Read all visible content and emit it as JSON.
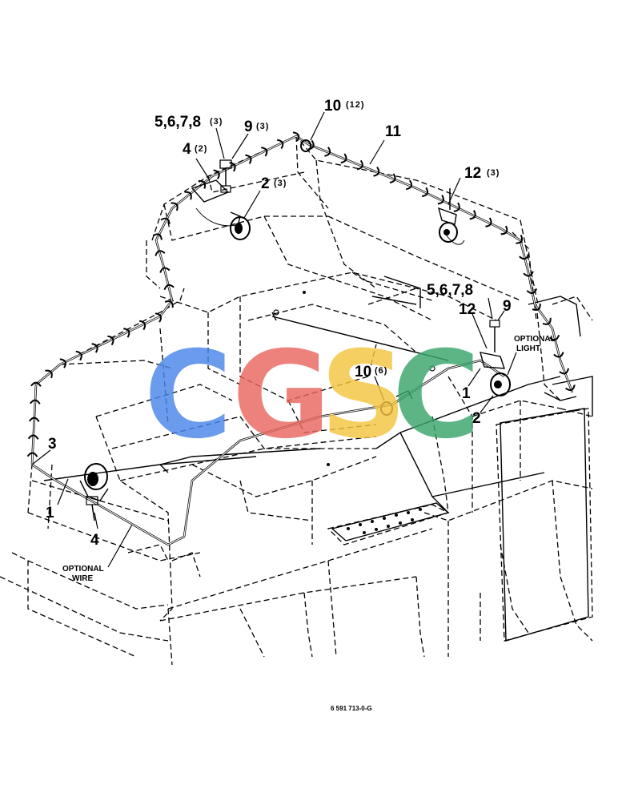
{
  "callouts": {
    "c10_12_num": "10",
    "c10_12_qty": "(12)",
    "c11": "11",
    "c5678_top_num": "5,6,7,8",
    "c5678_top_qty": "(3)",
    "c9_top_num": "9",
    "c9_top_qty": "(3)",
    "c4_top_num": "4",
    "c4_top_qty": "(2)",
    "c2_top_num": "2",
    "c2_top_qty": "(3)",
    "c12_top_num": "12",
    "c12_top_qty": "(3)",
    "c5678_right": "5,6,7,8",
    "c12_right": "12",
    "c9_right": "9",
    "c1_right": "1",
    "c2_right": "2",
    "c10_6_num": "10",
    "c10_6_qty": "(6)",
    "c3_left": "3",
    "c1_left": "1",
    "c4_left": "4"
  },
  "notes": {
    "optional_light_1": "OPTIONAL",
    "optional_light_2": "LIGHT",
    "optional_wire_1": "OPTIONAL",
    "optional_wire_2": "WIRE"
  },
  "drawing_code": "6 591 713-0-G",
  "watermark": {
    "letters": [
      "C",
      "G",
      "S",
      "C"
    ],
    "colors": [
      "#4a86e8",
      "#e8675f",
      "#f5c542",
      "#3aa56b"
    ]
  }
}
